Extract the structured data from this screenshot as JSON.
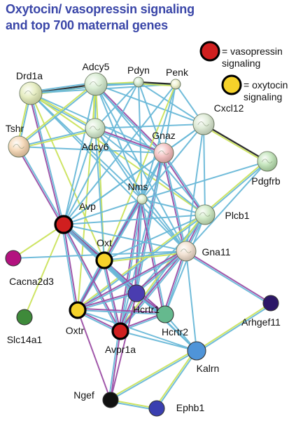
{
  "title_line1": "Oxytocin/ vasopressin signaling",
  "title_line2": "and top 700 maternal genes",
  "legend": {
    "vasopressin_line1": "= vasopressin",
    "vasopressin_line2": "signaling",
    "oxytocin_line1": "= oxytocin",
    "oxytocin_line2": "signaling",
    "vasopressin_color": "#d01f1f",
    "oxytocin_color": "#f6d22a"
  },
  "edge_colors": [
    "#69b8d8",
    "#cbe35c",
    "#9c4fa5",
    "#222222"
  ],
  "nodes": [
    {
      "id": "Drd1a",
      "label": "Drd1a",
      "color": "#dfe8b0",
      "style": "protein",
      "highlight": "none"
    },
    {
      "id": "Adcy5",
      "label": "Adcy5",
      "color": "#cfe8c8",
      "style": "protein",
      "highlight": "none"
    },
    {
      "id": "Pdyn",
      "label": "Pdyn",
      "color": "#cfe8c8",
      "style": "protein",
      "highlight": "none"
    },
    {
      "id": "Penk",
      "label": "Penk",
      "color": "#eef0c6",
      "style": "protein",
      "highlight": "none"
    },
    {
      "id": "Tshr",
      "label": "Tshr",
      "color": "#f3cfa6",
      "style": "protein",
      "highlight": "none"
    },
    {
      "id": "Adcy6",
      "label": "Adcy6",
      "color": "#cfe8c8",
      "style": "protein",
      "highlight": "none"
    },
    {
      "id": "Gnaz",
      "label": "Gnaz",
      "color": "#f1b3b3",
      "style": "protein",
      "highlight": "none"
    },
    {
      "id": "Cxcl12",
      "label": "Cxcl12",
      "color": "#d6e6cc",
      "style": "protein",
      "highlight": "none"
    },
    {
      "id": "Pdgfrb",
      "label": "Pdgfrb",
      "color": "#b5dfab",
      "style": "protein",
      "highlight": "none"
    },
    {
      "id": "Nms",
      "label": "Nms",
      "color": "#d9ecc4",
      "style": "protein",
      "highlight": "none"
    },
    {
      "id": "Plcb1",
      "label": "Plcb1",
      "color": "#c5e5b8",
      "style": "protein",
      "highlight": "none"
    },
    {
      "id": "Avp",
      "label": "Avp",
      "color": "#d01f1f",
      "style": "flat",
      "highlight": "vasopressin"
    },
    {
      "id": "Oxt",
      "label": "Oxt",
      "color": "#f6d22a",
      "style": "flat",
      "highlight": "oxytocin"
    },
    {
      "id": "Gna11",
      "label": "Gna11",
      "color": "#eed9c6",
      "style": "protein",
      "highlight": "none"
    },
    {
      "id": "Cacna2d3",
      "label": "Cacna2d3",
      "color": "#b3127f",
      "style": "flat",
      "highlight": "none"
    },
    {
      "id": "Hcrtr1",
      "label": "Hcrtr1",
      "color": "#4a3db0",
      "style": "flat",
      "highlight": "none"
    },
    {
      "id": "Hcrtr2",
      "label": "Hcrtr2",
      "color": "#65b98e",
      "style": "flat",
      "highlight": "none"
    },
    {
      "id": "Arhgef11",
      "label": "Arhgef11",
      "color": "#2c1767",
      "style": "flat",
      "highlight": "none"
    },
    {
      "id": "Slc14a1",
      "label": "Slc14a1",
      "color": "#3e8a3a",
      "style": "flat",
      "highlight": "none"
    },
    {
      "id": "Oxtr",
      "label": "Oxtr",
      "color": "#f6d22a",
      "style": "flat",
      "highlight": "oxytocin"
    },
    {
      "id": "Avpr1a",
      "label": "Avpr1a",
      "color": "#d01f1f",
      "style": "flat",
      "highlight": "vasopressin"
    },
    {
      "id": "Kalrn",
      "label": "Kalrn",
      "color": "#4f94d8",
      "style": "flat",
      "highlight": "none"
    },
    {
      "id": "Ngef",
      "label": "Ngef",
      "color": "#111111",
      "style": "flat",
      "highlight": "none"
    },
    {
      "id": "Ephb1",
      "label": "Ephb1",
      "color": "#3a3fb0",
      "style": "flat",
      "highlight": "none"
    }
  ],
  "edges": [
    [
      "Drd1a",
      "Adcy5",
      3
    ],
    [
      "Drd1a",
      "Adcy5",
      1
    ],
    [
      "Drd1a",
      "Adcy5",
      0
    ],
    [
      "Drd1a",
      "Adcy6",
      1
    ],
    [
      "Drd1a",
      "Adcy6",
      0
    ],
    [
      "Drd1a",
      "Tshr",
      0
    ],
    [
      "Drd1a",
      "Tshr",
      1
    ],
    [
      "Drd1a",
      "Pdyn",
      0
    ],
    [
      "Drd1a",
      "Penk",
      0
    ],
    [
      "Drd1a",
      "Gnaz",
      0
    ],
    [
      "Drd1a",
      "Nms",
      0
    ],
    [
      "Drd1a",
      "Avp",
      0
    ],
    [
      "Drd1a",
      "Avp",
      2
    ],
    [
      "Drd1a",
      "Oxt",
      1
    ],
    [
      "Drd1a",
      "Plcb1",
      1
    ],
    [
      "Drd1a",
      "Gna11",
      0
    ],
    [
      "Adcy5",
      "Pdyn",
      1
    ],
    [
      "Adcy5",
      "Pdyn",
      0
    ],
    [
      "Adcy5",
      "Penk",
      0
    ],
    [
      "Adcy5",
      "Adcy6",
      0
    ],
    [
      "Adcy5",
      "Adcy6",
      1
    ],
    [
      "Adcy5",
      "Tshr",
      0
    ],
    [
      "Adcy5",
      "Tshr",
      1
    ],
    [
      "Adcy5",
      "Gnaz",
      2
    ],
    [
      "Adcy5",
      "Gnaz",
      0
    ],
    [
      "Adcy5",
      "Cxcl12",
      0
    ],
    [
      "Adcy5",
      "Nms",
      0
    ],
    [
      "Adcy5",
      "Plcb1",
      0
    ],
    [
      "Adcy5",
      "Gna11",
      0
    ],
    [
      "Adcy5",
      "Avp",
      0
    ],
    [
      "Adcy5",
      "Oxt",
      1
    ],
    [
      "Adcy5",
      "Oxtr",
      1
    ],
    [
      "Pdyn",
      "Penk",
      3
    ],
    [
      "Pdyn",
      "Penk",
      1
    ],
    [
      "Pdyn",
      "Cxcl12",
      0
    ],
    [
      "Pdyn",
      "Adcy6",
      0
    ],
    [
      "Pdyn",
      "Gnaz",
      0
    ],
    [
      "Pdyn",
      "Nms",
      0
    ],
    [
      "Pdyn",
      "Avp",
      0
    ],
    [
      "Penk",
      "Cxcl12",
      0
    ],
    [
      "Penk",
      "Gnaz",
      0
    ],
    [
      "Penk",
      "Nms",
      0
    ],
    [
      "Penk",
      "Oxt",
      1
    ],
    [
      "Penk",
      "Avp",
      0
    ],
    [
      "Tshr",
      "Adcy6",
      0
    ],
    [
      "Tshr",
      "Adcy6",
      1
    ],
    [
      "Tshr",
      "Avp",
      0
    ],
    [
      "Tshr",
      "Avp",
      2
    ],
    [
      "Tshr",
      "Gnaz",
      0
    ],
    [
      "Adcy6",
      "Gnaz",
      2
    ],
    [
      "Adcy6",
      "Gnaz",
      0
    ],
    [
      "Adcy6",
      "Nms",
      0
    ],
    [
      "Adcy6",
      "Plcb1",
      0
    ],
    [
      "Adcy6",
      "Gna11",
      0
    ],
    [
      "Adcy6",
      "Avp",
      0
    ],
    [
      "Adcy6",
      "Oxt",
      0
    ],
    [
      "Adcy6",
      "Cxcl12",
      0
    ],
    [
      "Gnaz",
      "Cxcl12",
      0
    ],
    [
      "Gnaz",
      "Plcb1",
      0
    ],
    [
      "Gnaz",
      "Plcb1",
      2
    ],
    [
      "Gnaz",
      "Gna11",
      0
    ],
    [
      "Gnaz",
      "Gna11",
      2
    ],
    [
      "Gnaz",
      "Nms",
      0
    ],
    [
      "Gnaz",
      "Avp",
      0
    ],
    [
      "Gnaz",
      "Oxt",
      0
    ],
    [
      "Gnaz",
      "Hcrtr1",
      0
    ],
    [
      "Gnaz",
      "Hcrtr1",
      2
    ],
    [
      "Gnaz",
      "Avpr1a",
      0
    ],
    [
      "Gnaz",
      "Oxtr",
      0
    ],
    [
      "Cxcl12",
      "Pdgfrb",
      3
    ],
    [
      "Cxcl12",
      "Pdgfrb",
      1
    ],
    [
      "Cxcl12",
      "Plcb1",
      0
    ],
    [
      "Cxcl12",
      "Gna11",
      0
    ],
    [
      "Cxcl12",
      "Nms",
      0
    ],
    [
      "Cxcl12",
      "Avp",
      0
    ],
    [
      "Pdgfrb",
      "Plcb1",
      0
    ],
    [
      "Pdgfrb",
      "Plcb1",
      1
    ],
    [
      "Pdgfrb",
      "Gna11",
      0
    ],
    [
      "Pdgfrb",
      "Nms",
      0
    ],
    [
      "Nms",
      "Avp",
      0
    ],
    [
      "Nms",
      "Oxt",
      0
    ],
    [
      "Nms",
      "Plcb1",
      0
    ],
    [
      "Nms",
      "Gna11",
      0
    ],
    [
      "Nms",
      "Hcrtr1",
      0
    ],
    [
      "Nms",
      "Hcrtr1",
      2
    ],
    [
      "Nms",
      "Hcrtr2",
      0
    ],
    [
      "Nms",
      "Hcrtr2",
      2
    ],
    [
      "Nms",
      "Avpr1a",
      0
    ],
    [
      "Nms",
      "Avpr1a",
      2
    ],
    [
      "Nms",
      "Oxtr",
      0
    ],
    [
      "Nms",
      "Oxtr",
      2
    ],
    [
      "Plcb1",
      "Gna11",
      0
    ],
    [
      "Plcb1",
      "Gna11",
      2
    ],
    [
      "Plcb1",
      "Avp",
      0
    ],
    [
      "Plcb1",
      "Oxt",
      0
    ],
    [
      "Plcb1",
      "Hcrtr1",
      0
    ],
    [
      "Plcb1",
      "Hcrtr2",
      0
    ],
    [
      "Plcb1",
      "Oxtr",
      0
    ],
    [
      "Plcb1",
      "Oxtr",
      1
    ],
    [
      "Plcb1",
      "Avpr1a",
      0
    ],
    [
      "Plcb1",
      "Avpr1a",
      1
    ],
    [
      "Avp",
      "Oxt",
      3
    ],
    [
      "Avp",
      "Oxt",
      2
    ],
    [
      "Avp",
      "Oxt",
      0
    ],
    [
      "Avp",
      "Oxtr",
      2
    ],
    [
      "Avp",
      "Oxtr",
      0
    ],
    [
      "Avp",
      "Avpr1a",
      2
    ],
    [
      "Avp",
      "Avpr1a",
      0
    ],
    [
      "Avp",
      "Hcrtr1",
      2
    ],
    [
      "Avp",
      "Hcrtr1",
      0
    ],
    [
      "Avp",
      "Hcrtr2",
      2
    ],
    [
      "Avp",
      "Gna11",
      0
    ],
    [
      "Avp",
      "Cacna2d3",
      1
    ],
    [
      "Avp",
      "Slc14a1",
      1
    ],
    [
      "Avp",
      "Kalrn",
      0
    ],
    [
      "Oxt",
      "Oxtr",
      2
    ],
    [
      "Oxt",
      "Oxtr",
      0
    ],
    [
      "Oxt",
      "Avpr1a",
      2
    ],
    [
      "Oxt",
      "Avpr1a",
      0
    ],
    [
      "Oxt",
      "Hcrtr1",
      2
    ],
    [
      "Oxt",
      "Hcrtr1",
      0
    ],
    [
      "Oxt",
      "Hcrtr2",
      2
    ],
    [
      "Oxt",
      "Hcrtr2",
      0
    ],
    [
      "Oxt",
      "Gna11",
      0
    ],
    [
      "Oxt",
      "Gna11",
      1
    ],
    [
      "Oxt",
      "Kalrn",
      0
    ],
    [
      "Gna11",
      "Oxtr",
      0
    ],
    [
      "Gna11",
      "Oxtr",
      2
    ],
    [
      "Gna11",
      "Avpr1a",
      0
    ],
    [
      "Gna11",
      "Avpr1a",
      2
    ],
    [
      "Gna11",
      "Hcrtr1",
      0
    ],
    [
      "Gna11",
      "Hcrtr1",
      2
    ],
    [
      "Gna11",
      "Hcrtr2",
      0
    ],
    [
      "Gna11",
      "Hcrtr2",
      2
    ],
    [
      "Gna11",
      "Kalrn",
      0
    ],
    [
      "Gna11",
      "Arhgef11",
      2
    ],
    [
      "Gna11",
      "Arhgef11",
      0
    ],
    [
      "Gna11",
      "Cacna2d3",
      0
    ],
    [
      "Hcrtr1",
      "Hcrtr2",
      2
    ],
    [
      "Hcrtr1",
      "Hcrtr2",
      0
    ],
    [
      "Hcrtr1",
      "Oxtr",
      0
    ],
    [
      "Hcrtr1",
      "Oxtr",
      2
    ],
    [
      "Hcrtr1",
      "Avpr1a",
      0
    ],
    [
      "Hcrtr1",
      "Avpr1a",
      2
    ],
    [
      "Hcrtr1",
      "Kalrn",
      0
    ],
    [
      "Hcrtr2",
      "Oxtr",
      0
    ],
    [
      "Hcrtr2",
      "Oxtr",
      2
    ],
    [
      "Hcrtr2",
      "Avpr1a",
      0
    ],
    [
      "Hcrtr2",
      "Avpr1a",
      2
    ],
    [
      "Hcrtr2",
      "Kalrn",
      0
    ],
    [
      "Oxtr",
      "Avpr1a",
      2
    ],
    [
      "Oxtr",
      "Avpr1a",
      0
    ],
    [
      "Oxtr",
      "Kalrn",
      0
    ],
    [
      "Oxtr",
      "Ngef",
      2
    ],
    [
      "Avpr1a",
      "Kalrn",
      0
    ],
    [
      "Avpr1a",
      "Ngef",
      2
    ],
    [
      "Avpr1a",
      "Ngef",
      0
    ],
    [
      "Kalrn",
      "Arhgef11",
      1
    ],
    [
      "Kalrn",
      "Arhgef11",
      0
    ],
    [
      "Kalrn",
      "Ngef",
      0
    ],
    [
      "Kalrn",
      "Ngef",
      1
    ],
    [
      "Kalrn",
      "Ephb1",
      0
    ],
    [
      "Kalrn",
      "Ephb1",
      1
    ],
    [
      "Ngef",
      "Ephb1",
      1
    ],
    [
      "Ngef",
      "Ephb1",
      0
    ],
    [
      "Hcrtr1",
      "Ngef",
      2
    ]
  ]
}
